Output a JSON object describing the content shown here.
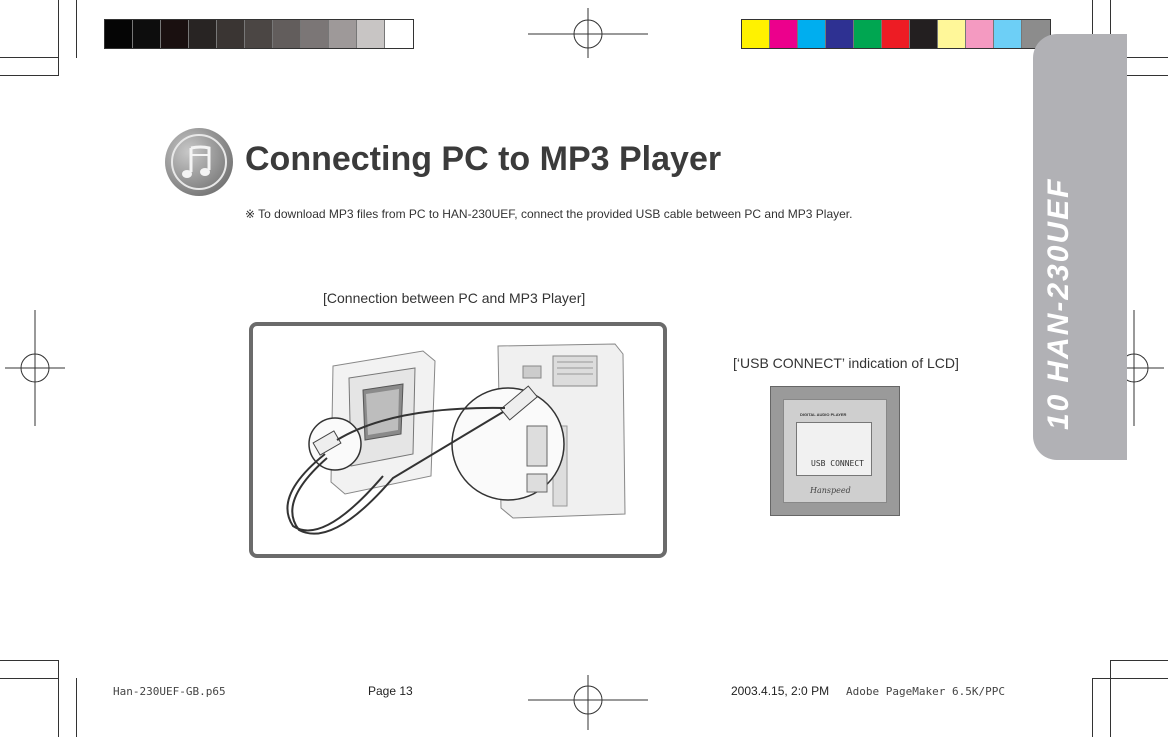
{
  "side_tab": {
    "page_number": "10",
    "model": "HAN-230UEF"
  },
  "header": {
    "title": "Connecting PC to MP3 Player",
    "note": "※ To download MP3 files from PC to HAN-230UEF, connect the provided USB cable between PC and MP3 Player."
  },
  "figures": {
    "connection_caption": "[Connection between PC and MP3 Player]",
    "lcd_caption": "[‘USB CONNECT’ indication of LCD]",
    "lcd": {
      "top_label": "DIGITAL AUDIO PLAYER",
      "screen_text": "USB CONNECT",
      "brand": "Hanspeed"
    }
  },
  "footer": {
    "file": "Han-230UEF-GB.p65",
    "page": "Page 13",
    "date": "2003.4.15, 2:0 PM",
    "software": "Adobe PageMaker 6.5K/PPC"
  },
  "colors": {
    "gray_swatches": [
      "#050505",
      "#0d0d0d",
      "#1a1010",
      "#282423",
      "#3a3533",
      "#4b4644",
      "#625d5c",
      "#7b7676",
      "#9e9999",
      "#c8c5c4",
      "#ffffff"
    ],
    "color_swatches": [
      "#fff200",
      "#ec008c",
      "#00aeef",
      "#2e3192",
      "#00a651",
      "#ed1c24",
      "#231f20",
      "#fff799",
      "#f49ac1",
      "#6dcff6",
      "#8c8c8c"
    ],
    "side_tab": "#b1b1b5"
  }
}
